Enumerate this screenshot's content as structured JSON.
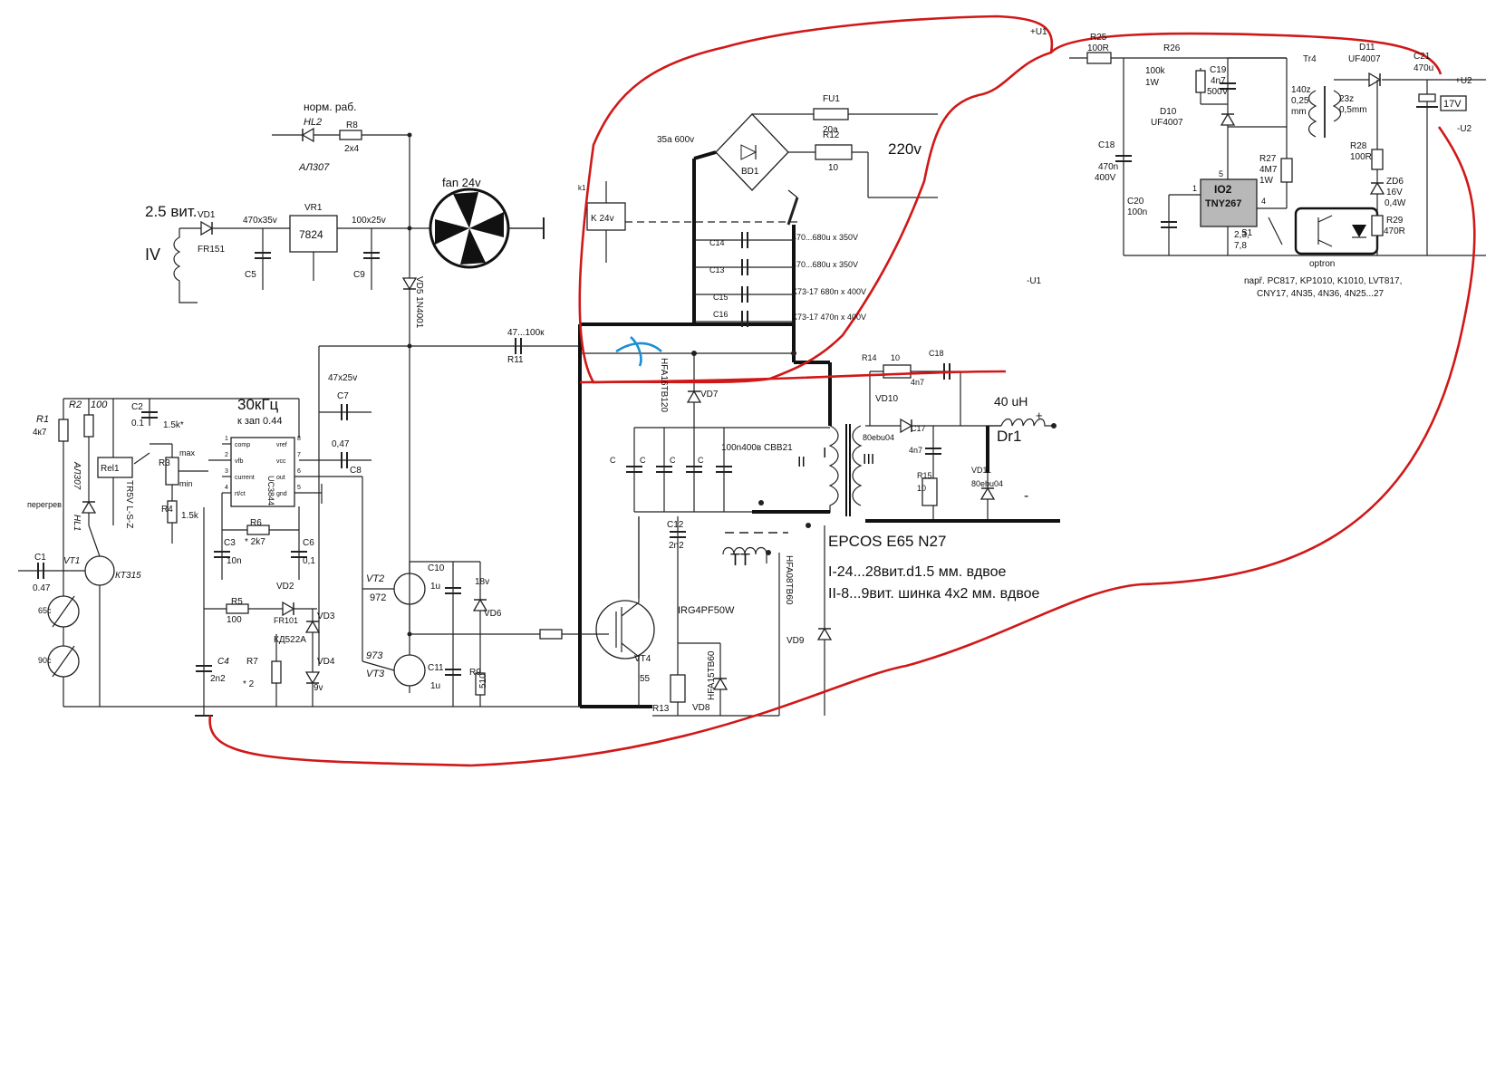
{
  "colors": {
    "wire": "#222222",
    "outline": "#d01818",
    "cut_mark": "#1a8fd6",
    "ic_fill": "#b8b8b8"
  },
  "left": {
    "norm_rab": "норм. раб.",
    "hl2": "HL2",
    "al307_top": "АЛ307",
    "r8": "R8",
    "r8_val": "2x4",
    "turns": "2.5 вит.",
    "winding_iv": "IV",
    "vd1": "VD1",
    "fr151": "FR151",
    "c5_val": "470x35v",
    "c5": "C5",
    "vr1": "VR1",
    "reg": "7824",
    "c9_val": "100x25v",
    "c9": "C9",
    "fan": "fan 24v",
    "vd5": "VD5 1N4001",
    "r11_val": "47...100к",
    "r11": "R11",
    "c7_val": "47x25v",
    "c7": "C7",
    "c8_val": "0,47",
    "c8": "C8",
    "freq": "30кГц",
    "kzap": "к зап 0.44",
    "uc": "UC3844",
    "pin_comp": "comp",
    "pin_vfb": "vfb",
    "pin_current": "current",
    "pin_rtct": "rt/ct",
    "pin_vref": "vref",
    "pin_vcc": "vcc",
    "pin_out": "out",
    "pin_gnd": "gnd",
    "p1": "1",
    "p2": "2",
    "p3": "3",
    "p4": "4",
    "p5": "5",
    "p6": "6",
    "p7": "7",
    "p8": "8",
    "r1": "R1",
    "r1_val": "4к7",
    "r2": "R2",
    "r100": "100",
    "c2": "C2",
    "c2_val": "0.1",
    "r3_val": "1.5k*",
    "r3": "R3",
    "max": "max",
    "min": "min",
    "r4": "R4",
    "r4_val": "1.5k",
    "rel1": "Rel1",
    "relay_type": "TR5V L-S-Z",
    "al307": "АЛ307",
    "hl1": "HL1",
    "peregrev": "перегрев",
    "c1": "C1",
    "c1_val": "0.47",
    "vt1": "VT1",
    "kt315": "КТ315",
    "t65": "65c",
    "t90": "90c",
    "r6": "R6",
    "r6_val": "* 2k7",
    "c3": "C3",
    "c3_val": "10n",
    "c6": "C6",
    "c6_val": "0,1",
    "r5": "R5",
    "r5_val": "100",
    "vd2": "VD2",
    "fr101": "FR101",
    "vd3": "VD3",
    "kd522": "КД522А",
    "vd4": "VD4",
    "z9v": "9v",
    "c4": "C4",
    "c4_val": "2n2",
    "r7": "R7",
    "r7_val": "* 2",
    "vt2": "VT2",
    "n972": "972",
    "vt3": "VT3",
    "n973": "973",
    "c10": "C10",
    "c10_val": "1u",
    "c11": "C11",
    "c11_val": "1u",
    "z18v": "18v",
    "vd6": "VD6",
    "r9": "R9",
    "r9_val": "510"
  },
  "power": {
    "diode_v": "35a 600v",
    "bd1": "BD1",
    "fu1": "FU1",
    "fu1_val": "20a",
    "r12": "R12",
    "r12_val": "10",
    "mains": "220v",
    "k1": "k1",
    "k24": "K 24v",
    "c14": "C14",
    "c14_val": "470...680u x 350V",
    "c13": "C13",
    "c13_val": "470...680u x 350V",
    "c15": "C15",
    "c15_val": "K73-17 680n x 400V",
    "c16": "C16",
    "c16_val": "K73-17 470n x 400V",
    "vd7_type": "HFA16TB120",
    "vd7": "VD7",
    "cap_c": "C",
    "snub": "100n400в CBB21",
    "c12": "C12",
    "c12_val": "2n2",
    "igbt": "IRG4PF50W",
    "vt4": "VT4",
    "r13_val": "55",
    "r13": "R13",
    "vd8_type": "HFA15TB60",
    "vd8": "VD8",
    "tt": "TT",
    "vd9_type": "HFA08TB60",
    "vd9": "VD9",
    "w1": "I",
    "w2": "II",
    "w3": "III",
    "r14": "R14",
    "r14_val": "10",
    "c18b": "C18",
    "c18b_val": "4n7",
    "vd10": "VD10",
    "vd10_type": "80ebu04",
    "c17": "C17",
    "c17_val": "4n7",
    "r15": "R15",
    "r15_val": "10",
    "vd11": "VD11",
    "vd11_type": "80ebu04",
    "l40": "40 uH",
    "dr1": "Dr1",
    "plus": "+",
    "minus": "-",
    "core": "EPCOS E65 N27",
    "note1": "I-24...28вит.d1.5 мм. вдвое",
    "note2": "II-8...9вит. шинка 4x2 мм. вдвое"
  },
  "aux": {
    "u1p": "+U1",
    "u1m": "-U1",
    "r25": "R25",
    "r25_val": "100R",
    "r26": "R26",
    "r26_val": "100k",
    "r26_w": "1W",
    "c19": "C19",
    "c19_val": "4n7",
    "c19_v": "500V",
    "d10": "D10",
    "d10_type": "UF4007",
    "c18": "C18",
    "c18_val": "470n",
    "c18_v": "400V",
    "c20": "C20",
    "c20_val": "100n",
    "ic": "IO2",
    "ic_type": "TNY267",
    "pin1": "1",
    "pin4": "4",
    "pin5": "5",
    "pin_gnd": "2,3,",
    "pin_gnd2": "7,8",
    "r27": "R27",
    "r27_val": "4M7",
    "r27_w": "1W",
    "tr4": "Tr4",
    "wp": "140z",
    "wp2": "0,25",
    "wp3": "mm",
    "ws": "23z",
    "ws2": "0,5mm",
    "d11": "D11",
    "d11_type": "UF4007",
    "c21": "C21",
    "c21_val": "470u",
    "u2p": "+U2",
    "u2m": "-U2",
    "v17": "17V",
    "r28": "R28",
    "r28_val": "100R",
    "zd6": "ZD6",
    "zd6_v": "16V",
    "zd6_w": "0,4W",
    "r29": "R29",
    "r29_val": "470R",
    "s1": "S1",
    "optron": "optron",
    "opt1": "např. PC817, KP1010, K1010, LVT817,",
    "opt2": "CNY17, 4N35, 4N36, 4N25...27"
  }
}
